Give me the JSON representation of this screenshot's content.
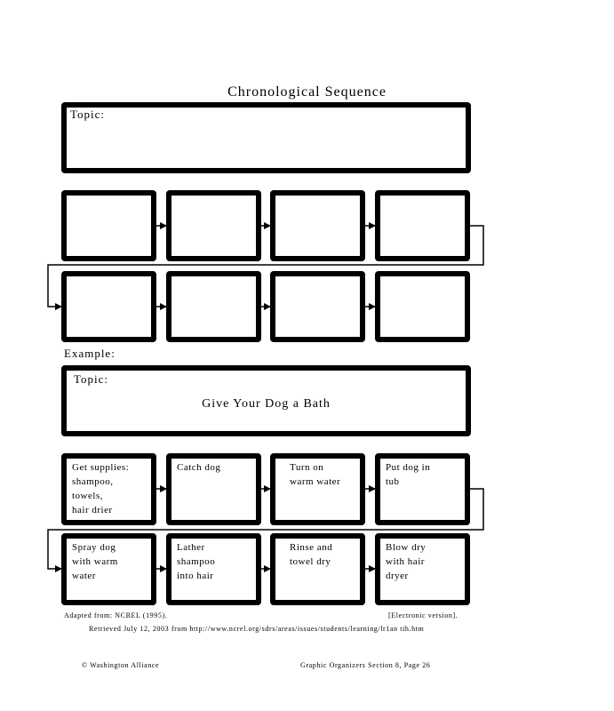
{
  "title": "Chronological Sequence",
  "blank": {
    "topic_label": "Topic:"
  },
  "example": {
    "label": "Example:",
    "topic_label": "Topic:",
    "topic_value": "Give Your Dog a Bath",
    "steps": [
      "Get supplies:\nshampoo,\ntowels,\nhair drier",
      "Catch dog",
      "Turn on\nwarm water",
      "Put dog in\ntub",
      "Spray dog\nwith warm\nwater",
      "Lather\nshampoo\ninto hair",
      "Rinse and\ntowel dry",
      "Blow dry\nwith hair\ndryer"
    ]
  },
  "footer": {
    "adapted": "Adapted from: NCREL (1995).",
    "electronic": "[Electronic version].",
    "retrieved": "Retrieved July 12, 2003 from http://www.ncrel.org/sdrs/areas/issues/students/learning/lr1an tih.htm",
    "copyright": "© Washington Alliance",
    "section": "Graphic Organizers Section 8, Page 26"
  }
}
